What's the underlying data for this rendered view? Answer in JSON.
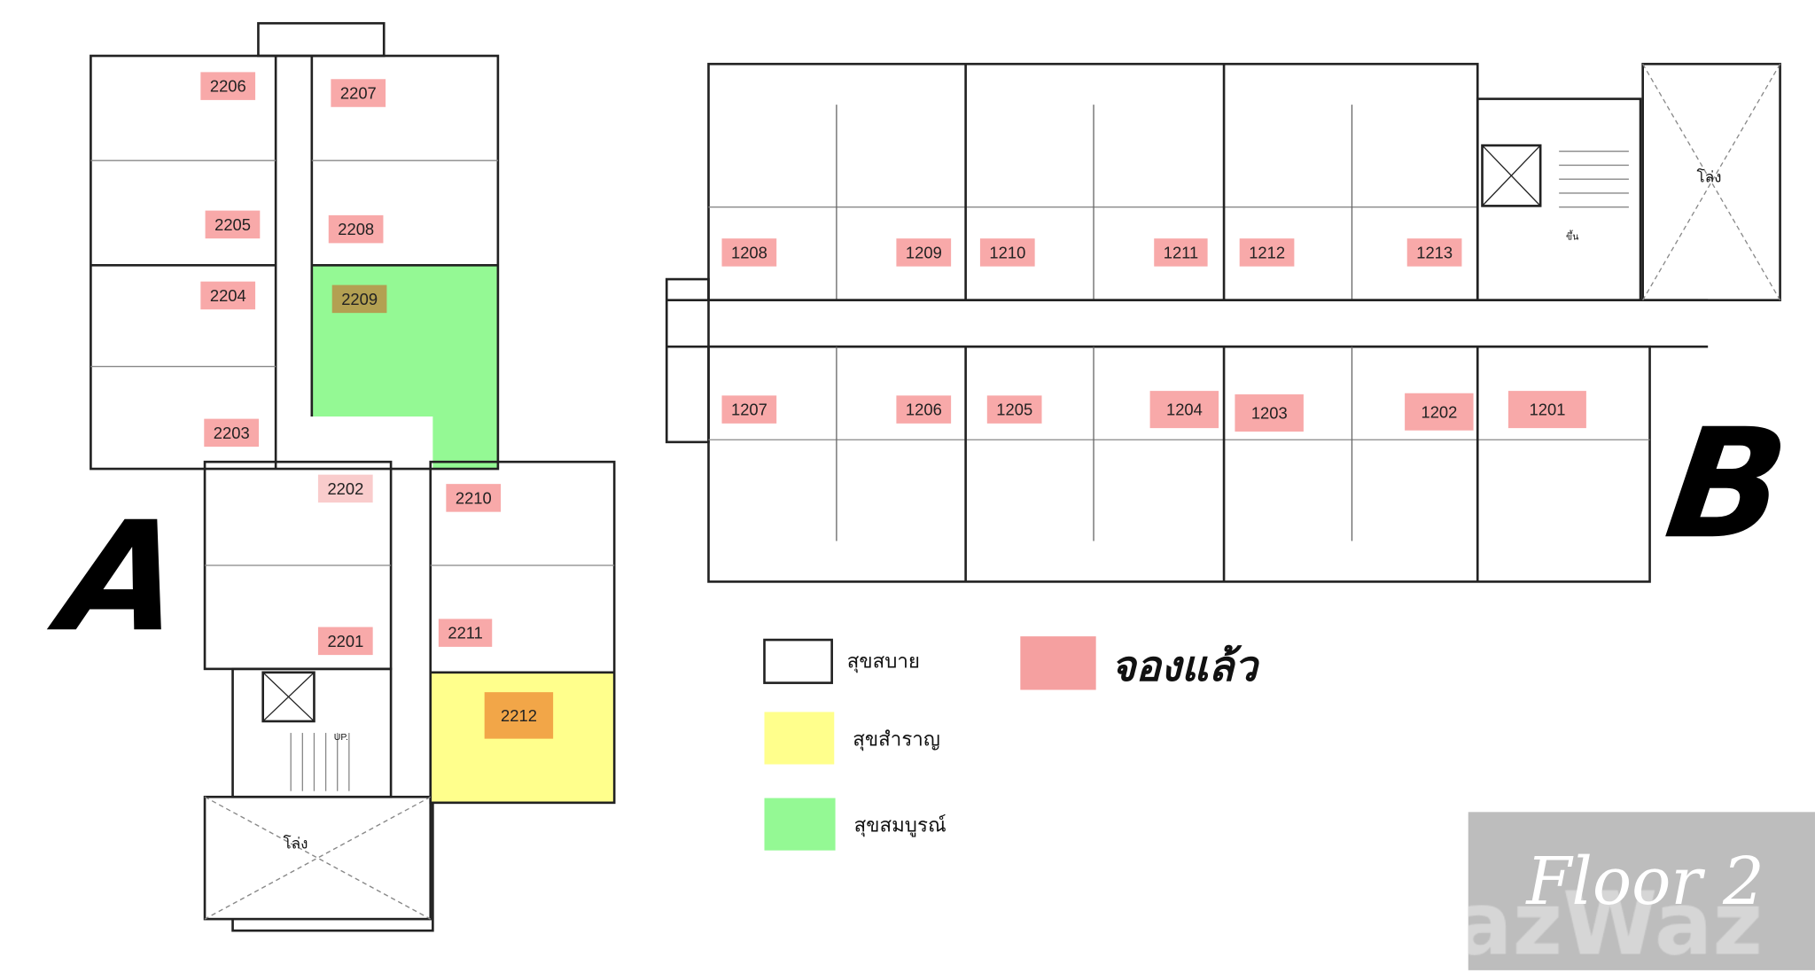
{
  "building_a": {
    "letter": "A",
    "rooms": [
      {
        "id": "2206",
        "status": "booked"
      },
      {
        "id": "2207",
        "status": "booked"
      },
      {
        "id": "2205",
        "status": "booked"
      },
      {
        "id": "2208",
        "status": "booked"
      },
      {
        "id": "2204",
        "status": "booked"
      },
      {
        "id": "2209",
        "status": "booked"
      },
      {
        "id": "2203",
        "status": "booked"
      },
      {
        "id": "2202",
        "status": "booked"
      },
      {
        "id": "2210",
        "status": "booked"
      },
      {
        "id": "2201",
        "status": "booked"
      },
      {
        "id": "2211",
        "status": "booked"
      },
      {
        "id": "2212",
        "status": "booked"
      }
    ],
    "void_label": "โล่ง",
    "stair_label": "UP."
  },
  "building_b": {
    "letter": "B",
    "rooms": [
      {
        "id": "1208"
      },
      {
        "id": "1209"
      },
      {
        "id": "1210"
      },
      {
        "id": "1211"
      },
      {
        "id": "1212"
      },
      {
        "id": "1213"
      },
      {
        "id": "1207"
      },
      {
        "id": "1206"
      },
      {
        "id": "1205"
      },
      {
        "id": "1204"
      },
      {
        "id": "1203"
      },
      {
        "id": "1202"
      },
      {
        "id": "1201"
      }
    ],
    "void_label": "โล่ง",
    "stair_label": "ขึ้น"
  },
  "legend": {
    "comfort": {
      "label": "สุขสบาย",
      "color": "#ffffff"
    },
    "pleasant": {
      "label": "สุขสำราญ",
      "color": "#ffff8c"
    },
    "complete": {
      "label": "สุขสมบูรณ์",
      "color": "#94f994"
    },
    "booked": {
      "label": "จองแล้ว",
      "color": "#f5a0a0"
    }
  },
  "badge": {
    "title": "Floor 2",
    "watermark": "azWaz"
  }
}
